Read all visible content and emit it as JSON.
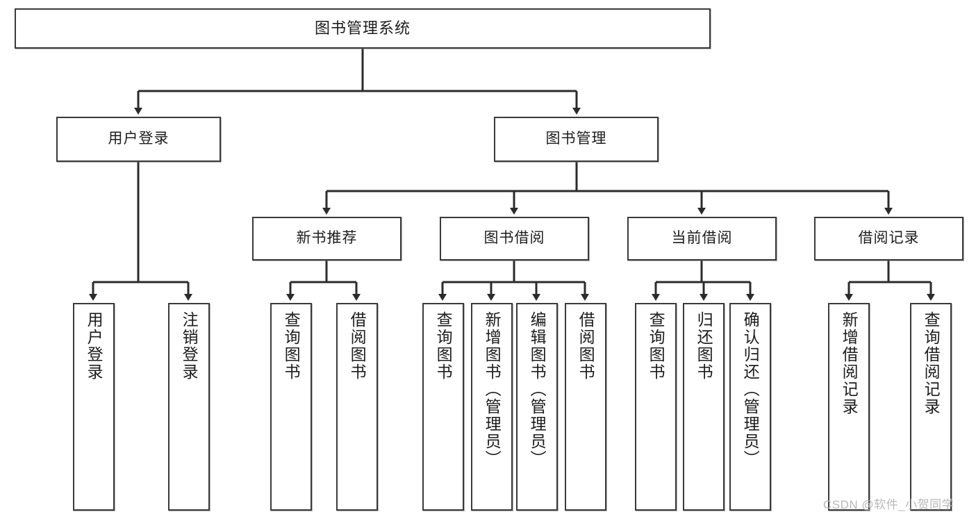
{
  "diagram": {
    "type": "tree",
    "title": "图书管理系统",
    "watermark": "CSDN @软件_小贺同学",
    "colors": {
      "box_border": "#3a3a3a",
      "box_fill": "#ffffff",
      "connector": "#2b2b2b",
      "watermark": "#b9b9b9"
    },
    "levels": {
      "root": "图书管理系统",
      "level1": [
        "用户登录",
        "图书管理"
      ],
      "level2": [
        "新书推荐",
        "图书借阅",
        "当前借阅",
        "借阅记录"
      ],
      "level3": [
        "用户登录",
        "注销登录",
        "查询图书",
        "借阅图书",
        "查询图书",
        "新增图书（管理员）",
        "编辑图书（管理员）",
        "借阅图书",
        "查询图书",
        "归还图书",
        "确认归还（管理员）",
        "新增借阅记录",
        "查询借阅记录"
      ]
    },
    "nodes": {
      "root": {
        "label": "图书管理系统"
      },
      "user_login": {
        "label": "用户登录"
      },
      "book_manage": {
        "label": "图书管理"
      },
      "new_book_rec": {
        "label": "新书推荐"
      },
      "book_borrow": {
        "label": "图书借阅"
      },
      "current_borrow": {
        "label": "当前借阅"
      },
      "borrow_record": {
        "label": "借阅记录"
      },
      "leaf_user_login": {
        "label": "用户登录"
      },
      "leaf_logout": {
        "label": "注销登录"
      },
      "leaf_query_book_1": {
        "label": "查询图书"
      },
      "leaf_borrow_book_1": {
        "label": "借阅图书"
      },
      "leaf_query_book_2": {
        "label": "查询图书"
      },
      "leaf_add_book": {
        "label": "新增图书（管理员）"
      },
      "leaf_edit_book": {
        "label": "编辑图书（管理员）"
      },
      "leaf_borrow_book_2": {
        "label": "借阅图书"
      },
      "leaf_query_book_3": {
        "label": "查询图书"
      },
      "leaf_return_book": {
        "label": "归还图书"
      },
      "leaf_confirm_return": {
        "label": "确认归还（管理员）"
      },
      "leaf_add_record": {
        "label": "新增借阅记录"
      },
      "leaf_query_record": {
        "label": "查询借阅记录"
      }
    },
    "edges": [
      {
        "from": "root",
        "to": "user_login"
      },
      {
        "from": "root",
        "to": "book_manage"
      },
      {
        "from": "user_login",
        "to": "leaf_user_login"
      },
      {
        "from": "user_login",
        "to": "leaf_logout"
      },
      {
        "from": "book_manage",
        "to": "new_book_rec"
      },
      {
        "from": "book_manage",
        "to": "book_borrow"
      },
      {
        "from": "book_manage",
        "to": "current_borrow"
      },
      {
        "from": "book_manage",
        "to": "borrow_record"
      },
      {
        "from": "new_book_rec",
        "to": "leaf_query_book_1"
      },
      {
        "from": "new_book_rec",
        "to": "leaf_borrow_book_1"
      },
      {
        "from": "book_borrow",
        "to": "leaf_query_book_2"
      },
      {
        "from": "book_borrow",
        "to": "leaf_add_book"
      },
      {
        "from": "book_borrow",
        "to": "leaf_edit_book"
      },
      {
        "from": "book_borrow",
        "to": "leaf_borrow_book_2"
      },
      {
        "from": "current_borrow",
        "to": "leaf_query_book_3"
      },
      {
        "from": "current_borrow",
        "to": "leaf_return_book"
      },
      {
        "from": "current_borrow",
        "to": "leaf_confirm_return"
      },
      {
        "from": "borrow_record",
        "to": "leaf_add_record"
      },
      {
        "from": "borrow_record",
        "to": "leaf_query_record"
      }
    ]
  }
}
